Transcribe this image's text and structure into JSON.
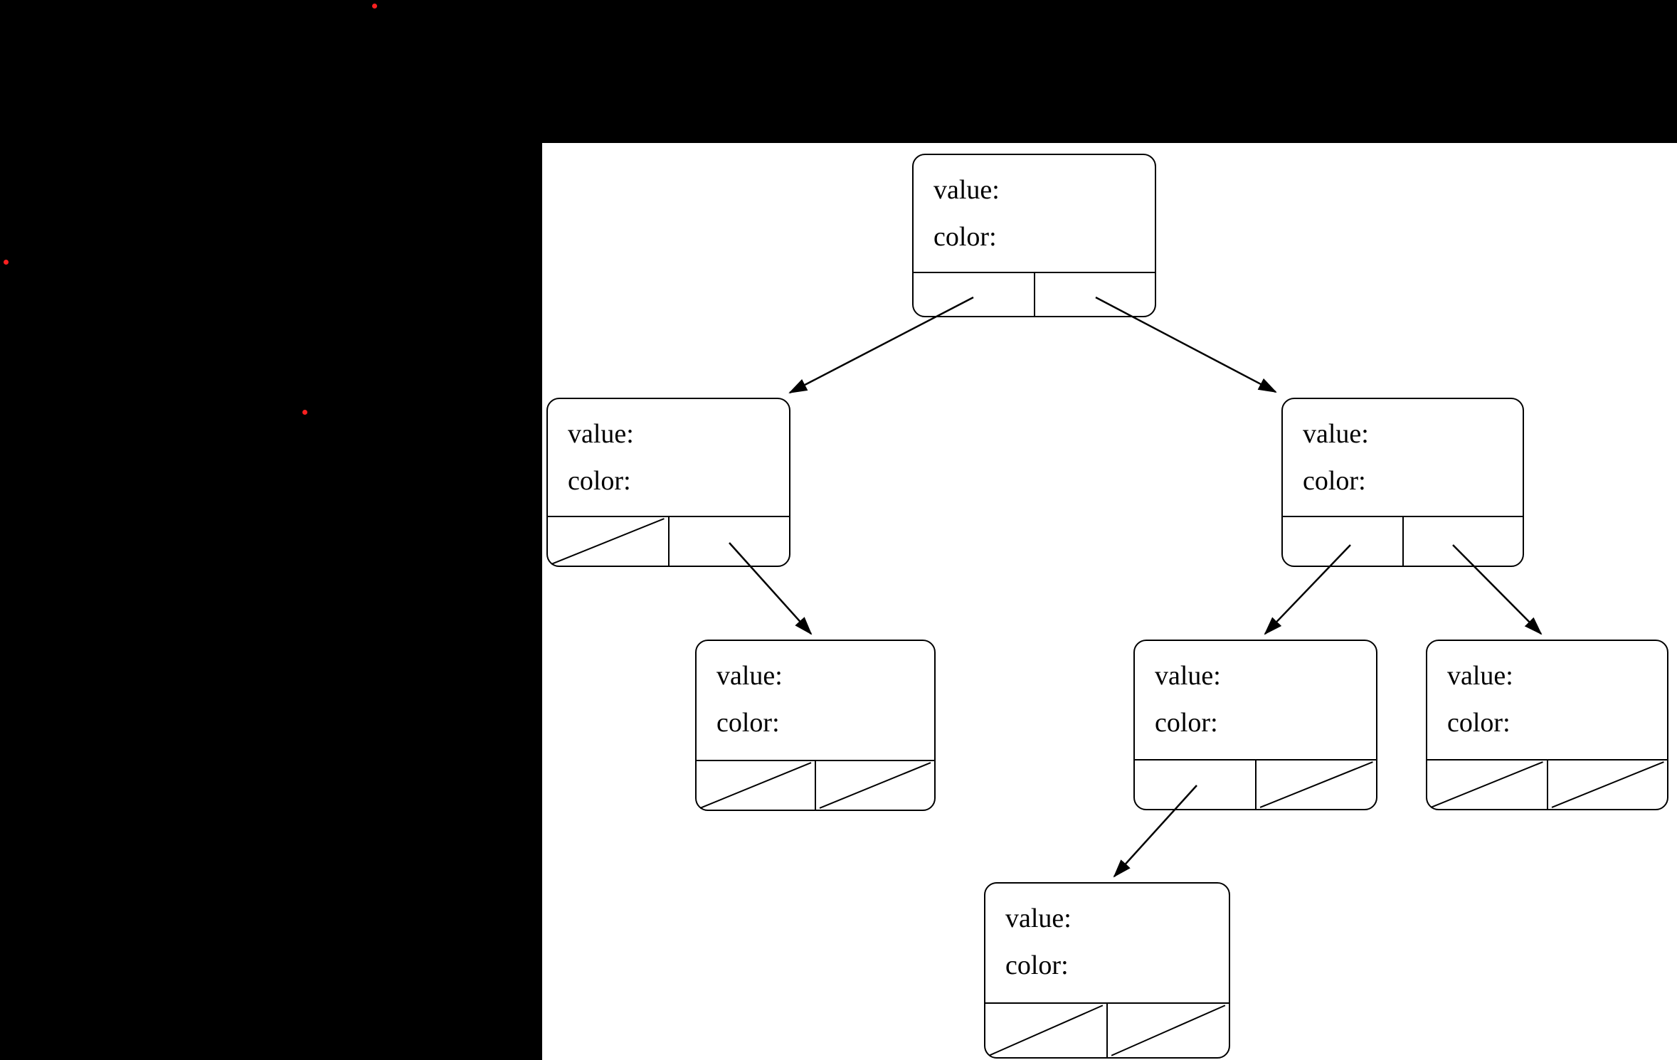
{
  "window": {
    "background_color": "#000000",
    "panel_background_color": "#ffffff",
    "stroke_color": "#000000"
  },
  "markers": {
    "color": "#fb2020",
    "count": 3
  },
  "tree": {
    "type": "binary-tree-diagram",
    "node_field_labels": [
      "value:",
      "color:"
    ],
    "null_pointer_style": "diagonal-slash",
    "nodes": [
      {
        "id": "root",
        "value_label": "value:",
        "color_label": "color:",
        "left": "L",
        "right": "R"
      },
      {
        "id": "L",
        "value_label": "value:",
        "color_label": "color:",
        "left": "null",
        "right": "LR"
      },
      {
        "id": "LR",
        "value_label": "value:",
        "color_label": "color:",
        "left": "null",
        "right": "null"
      },
      {
        "id": "R",
        "value_label": "value:",
        "color_label": "color:",
        "left": "RL",
        "right": "RR"
      },
      {
        "id": "RL",
        "value_label": "value:",
        "color_label": "color:",
        "left": "RLL",
        "right": "null"
      },
      {
        "id": "RR",
        "value_label": "value:",
        "color_label": "color:",
        "left": "null",
        "right": "null"
      },
      {
        "id": "RLL",
        "value_label": "value:",
        "color_label": "color:",
        "left": "null",
        "right": "null"
      }
    ]
  }
}
